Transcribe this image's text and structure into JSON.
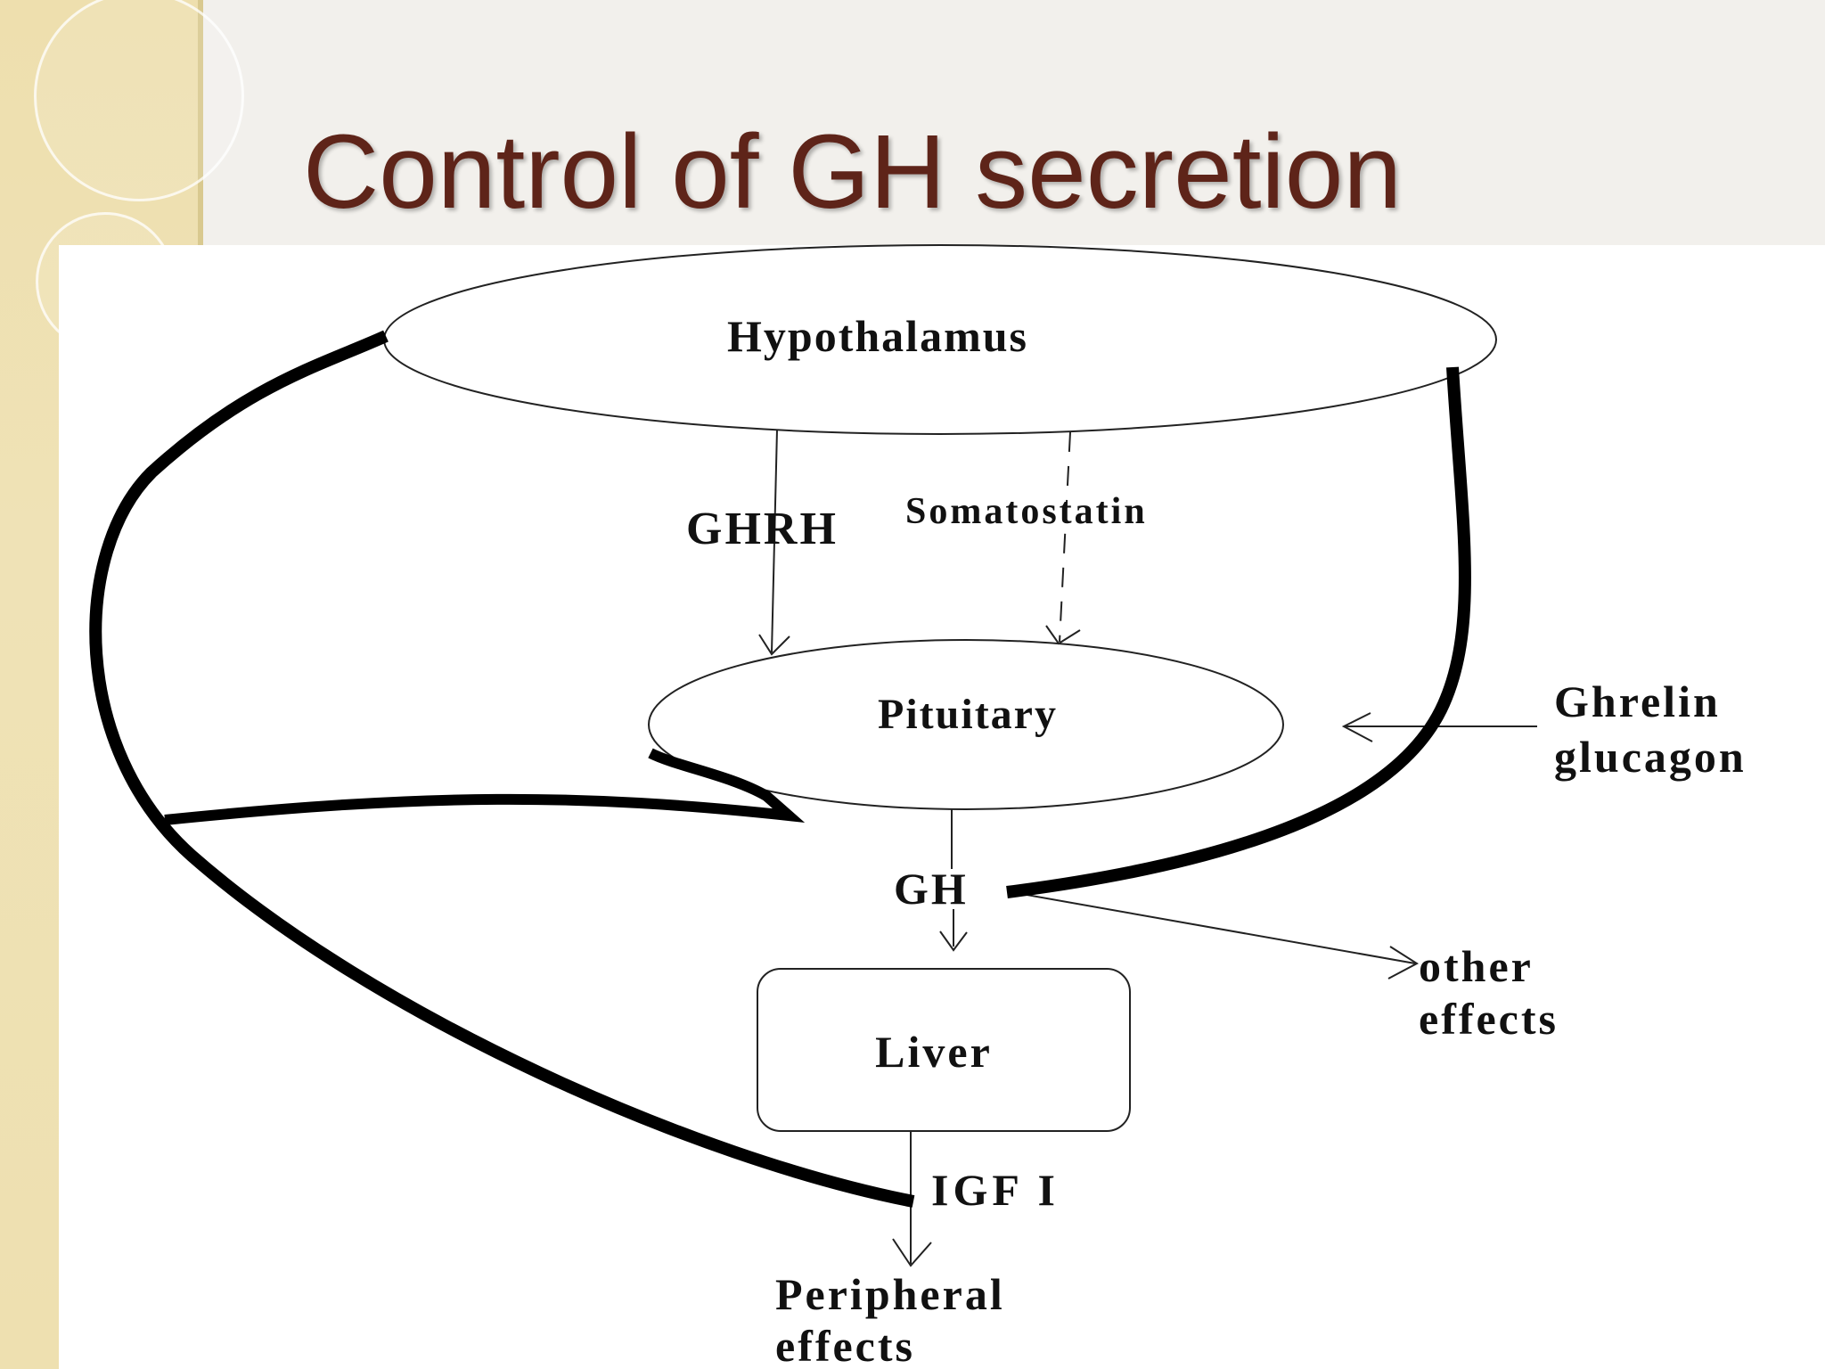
{
  "slide": {
    "title": "Control of GH secretion"
  },
  "diagram": {
    "nodes": {
      "hypothalamus": "Hypothalamus",
      "pituitary": "Pituitary",
      "liver": "Liver"
    },
    "labels": {
      "ghrh": "GHRH",
      "somatostatin": "Somatostatin",
      "gh": "GH",
      "igf1": "IGF I",
      "ghrelin": "Ghrelin",
      "glucagon": "glucagon",
      "other_effects_line1": "other",
      "other_effects_line2": "effects",
      "peripheral_effects_line1": "Peripheral",
      "peripheral_effects_line2": "effects"
    }
  },
  "colors": {
    "title": "#5e2419",
    "side_band": "#eedfae",
    "ink": "#111111"
  }
}
